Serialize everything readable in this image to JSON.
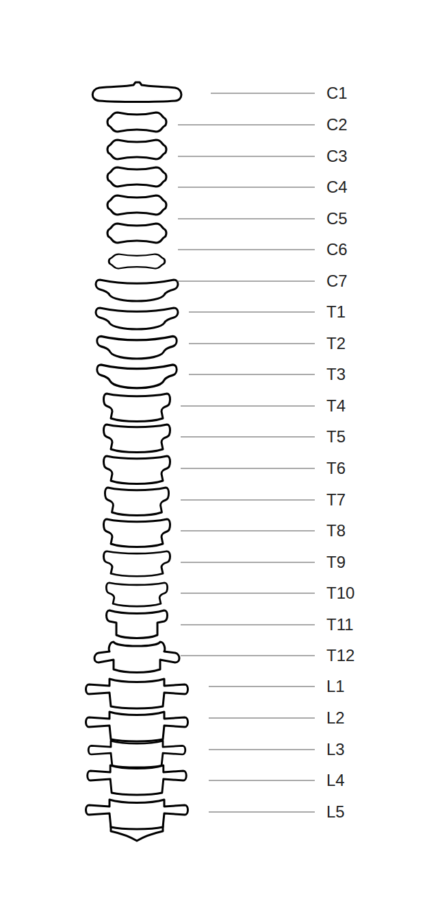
{
  "diagram": {
    "labels": [
      "C1",
      "C2",
      "C3",
      "C4",
      "C5",
      "C6",
      "C7",
      "T1",
      "T2",
      "T3",
      "T4",
      "T5",
      "T6",
      "T7",
      "T8",
      "T9",
      "T10",
      "T11",
      "T12",
      "L1",
      "L2",
      "L3",
      "L4",
      "L5"
    ]
  }
}
